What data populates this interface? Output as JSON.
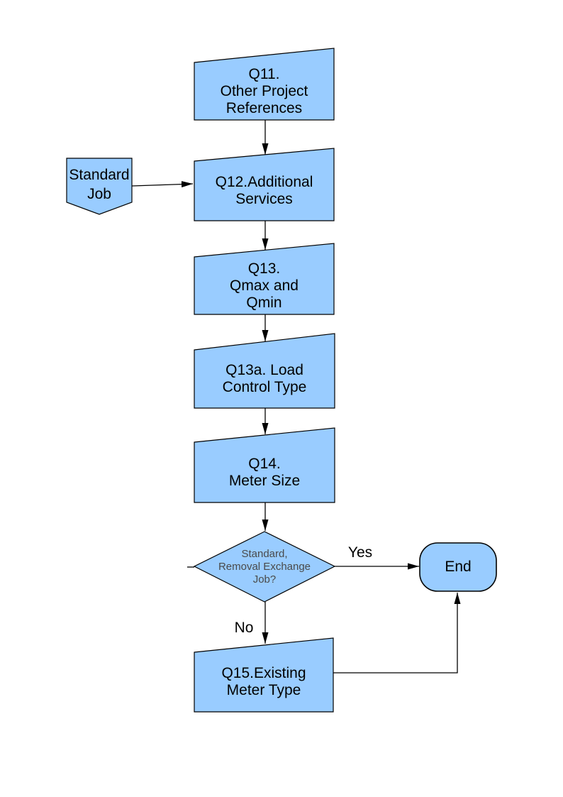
{
  "colors": {
    "node_fill": "#99ccff",
    "node_border": "#000000",
    "connector": "#000000",
    "page_background": "#ffffff"
  },
  "flowchart": {
    "nodes": {
      "q11": {
        "label": "Q11.\nOther Project\nReferences",
        "shape": "slant-top-box"
      },
      "standard_job": {
        "label": "Standard\nJob",
        "shape": "down-pentagon"
      },
      "q12": {
        "label": "Q12.Additional\nServices",
        "shape": "slant-top-box"
      },
      "q13": {
        "label": "Q13.\nQmax and\nQmin",
        "shape": "slant-top-box"
      },
      "q13a": {
        "label": "Q13a. Load\nControl Type",
        "shape": "slant-top-box"
      },
      "q14": {
        "label": "Q14.\nMeter Size",
        "shape": "slant-top-box"
      },
      "decision": {
        "label": "Standard,\nRemoval Exchange\nJob?",
        "shape": "diamond"
      },
      "end": {
        "label": "End",
        "shape": "terminator"
      },
      "q15": {
        "label": "Q15.Existing\nMeter Type",
        "shape": "slant-top-box"
      }
    },
    "edges": [
      {
        "from": "q11",
        "to": "q12",
        "label": ""
      },
      {
        "from": "standard_job",
        "to": "q12",
        "label": ""
      },
      {
        "from": "q12",
        "to": "q13",
        "label": ""
      },
      {
        "from": "q13",
        "to": "q13a",
        "label": ""
      },
      {
        "from": "q13a",
        "to": "q14",
        "label": ""
      },
      {
        "from": "q14",
        "to": "decision",
        "label": ""
      },
      {
        "from": "decision",
        "to": "end",
        "label": "Yes"
      },
      {
        "from": "decision",
        "to": "q15",
        "label": "No"
      },
      {
        "from": "q15",
        "to": "end",
        "label": ""
      }
    ]
  }
}
